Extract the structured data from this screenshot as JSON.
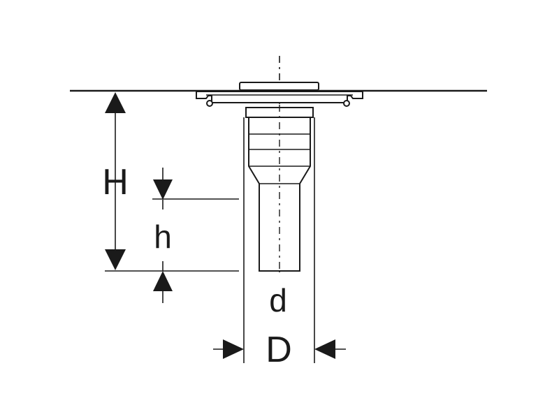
{
  "labels": {
    "H": "H",
    "h": "h",
    "d": "d",
    "D": "D"
  },
  "colors": {
    "line": "#1a1a1a",
    "background": "#ffffff"
  }
}
